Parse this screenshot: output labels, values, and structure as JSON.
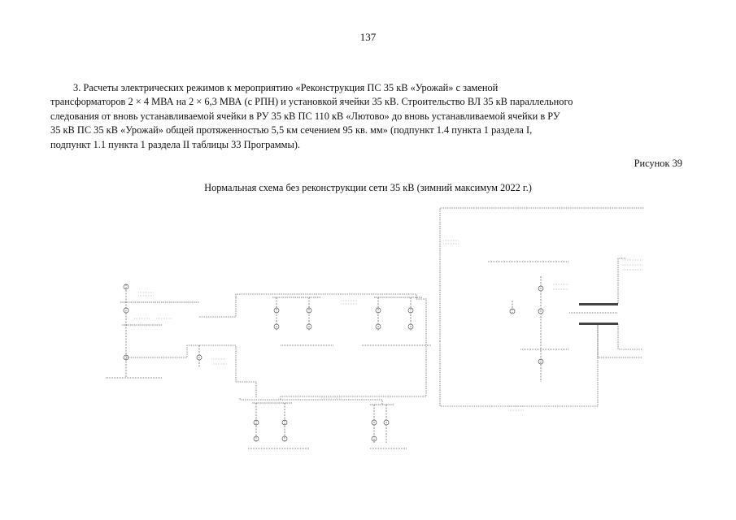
{
  "page": {
    "number": "137"
  },
  "paragraph": {
    "lines": [
      "3. Расчеты электрических режимов к мероприятию «Реконструкция ПС 35 кВ «Урожай» с заменой",
      "трансформаторов 2 × 4 МВА на 2 × 6,3 МВА (с РПН) и установкой ячейки 35 кВ. Строительство ВЛ 35 кВ параллельного",
      "следования от вновь устанавливаемой ячейки в РУ 35 кВ ПС 110 кВ «Лютово» до вновь устанавливаемой ячейки в РУ",
      "35 кВ ПС 35 кВ «Урожай» общей протяженностью 5,5 км сечением 95 кв. мм» (подпункт 1.4 пункта 1 раздела I,",
      "подпункт 1.1 пункта 1 раздела II таблицы 33 Программы)."
    ]
  },
  "figure": {
    "label": "Рисунок 39",
    "title": "Нормальная схема без реконструкции сети 35 кВ (зимний максимум 2022 г.)"
  }
}
